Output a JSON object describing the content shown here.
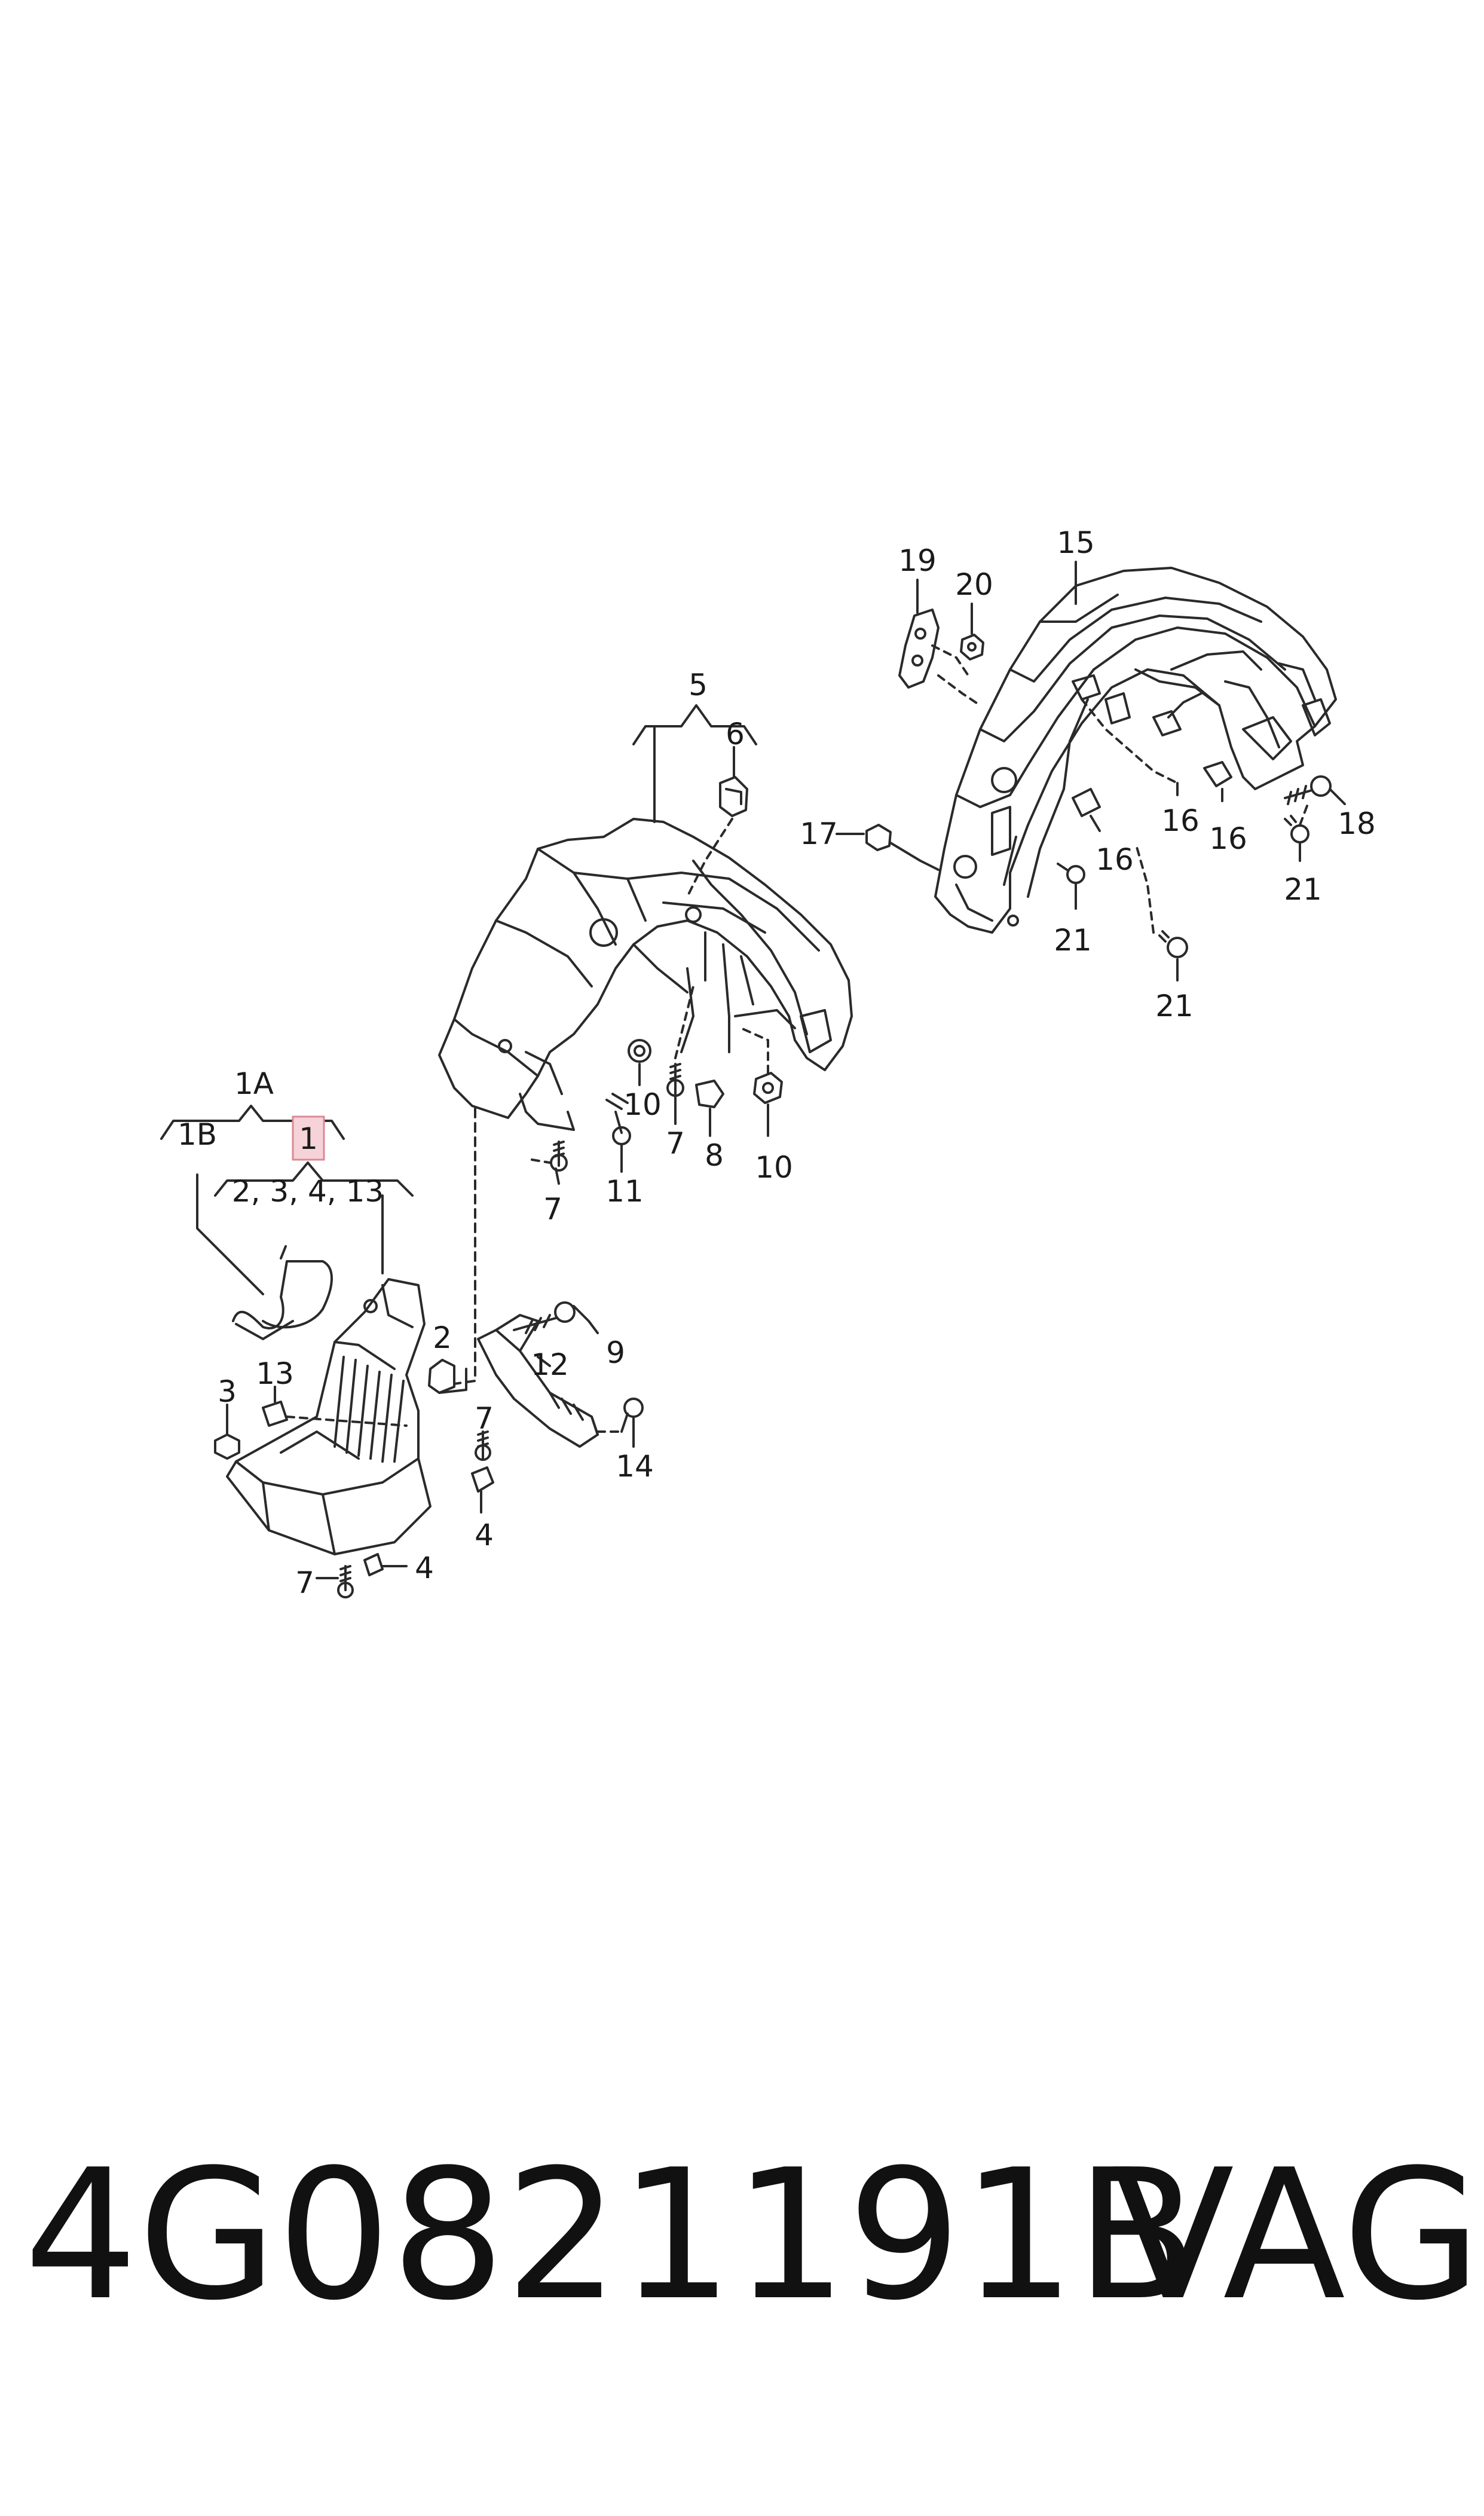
{
  "callouts": {
    "c1A": "1A",
    "c1B": "1B",
    "c1": "1",
    "c1_contents": "2, 3, 4, 13",
    "c2": "2",
    "c3": "3",
    "c4a": "4",
    "c4b": "4",
    "c5": "5",
    "c6": "6",
    "c7a": "7",
    "c7b": "7",
    "c7c": "7",
    "c7d": "7",
    "c8": "8",
    "c9": "9",
    "c10a": "10",
    "c10b": "10",
    "c11": "11",
    "c12": "12",
    "c13": "13",
    "c14": "14",
    "c15": "15",
    "c16a": "16",
    "c16b": "16",
    "c16c": "16",
    "c17": "17",
    "c18": "18",
    "c19": "19",
    "c20": "20",
    "c21a": "21",
    "c21b": "21",
    "c21c": "21"
  },
  "footer": {
    "part_number": "4G0821191B",
    "brand": "VAG"
  },
  "colors": {
    "line": "#2a2a2a",
    "highlight_fill": "#f6d3d8",
    "highlight_stroke": "#d98a96"
  }
}
